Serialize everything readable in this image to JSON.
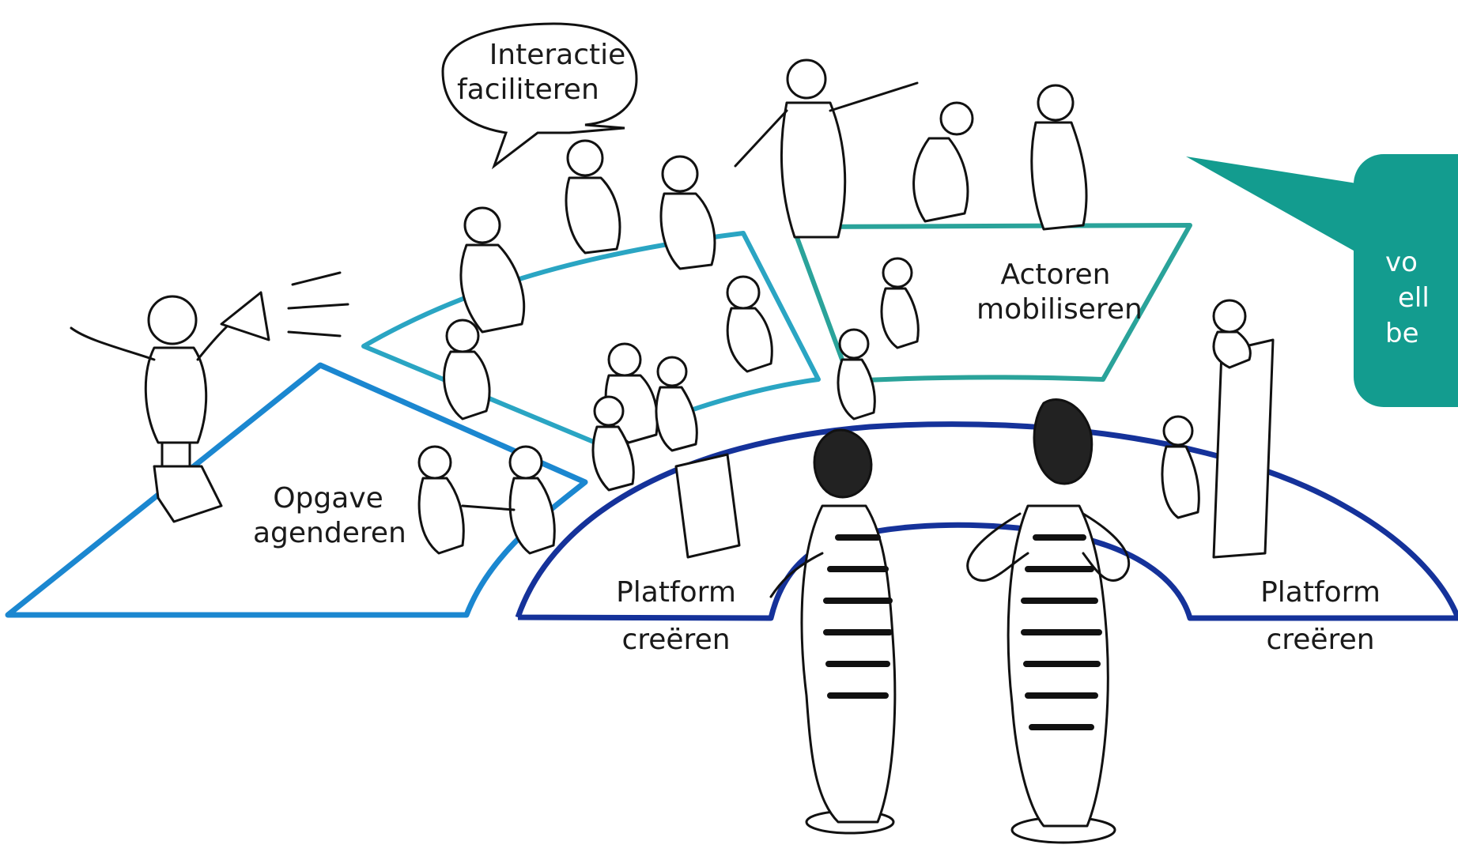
{
  "labels": {
    "speech_bubble": [
      "Interactie",
      "faciliteren"
    ],
    "actoren": [
      "Actoren",
      "mobiliseren"
    ],
    "opgave": [
      "Opgave",
      "agenderen"
    ],
    "platform_left": [
      "Platform",
      "creëren"
    ],
    "platform_right": [
      "Platform",
      "creëren"
    ]
  },
  "callout": {
    "lines": [
      "vo",
      "ell",
      "be"
    ]
  },
  "colors": {
    "opgave_outline": "#1b87d0",
    "interactie_outline": "#2aa5c3",
    "actoren_outline": "#2aa39a",
    "platform_outline": "#15329a",
    "callout_fill": "#139c8f",
    "ink": "#111111"
  }
}
